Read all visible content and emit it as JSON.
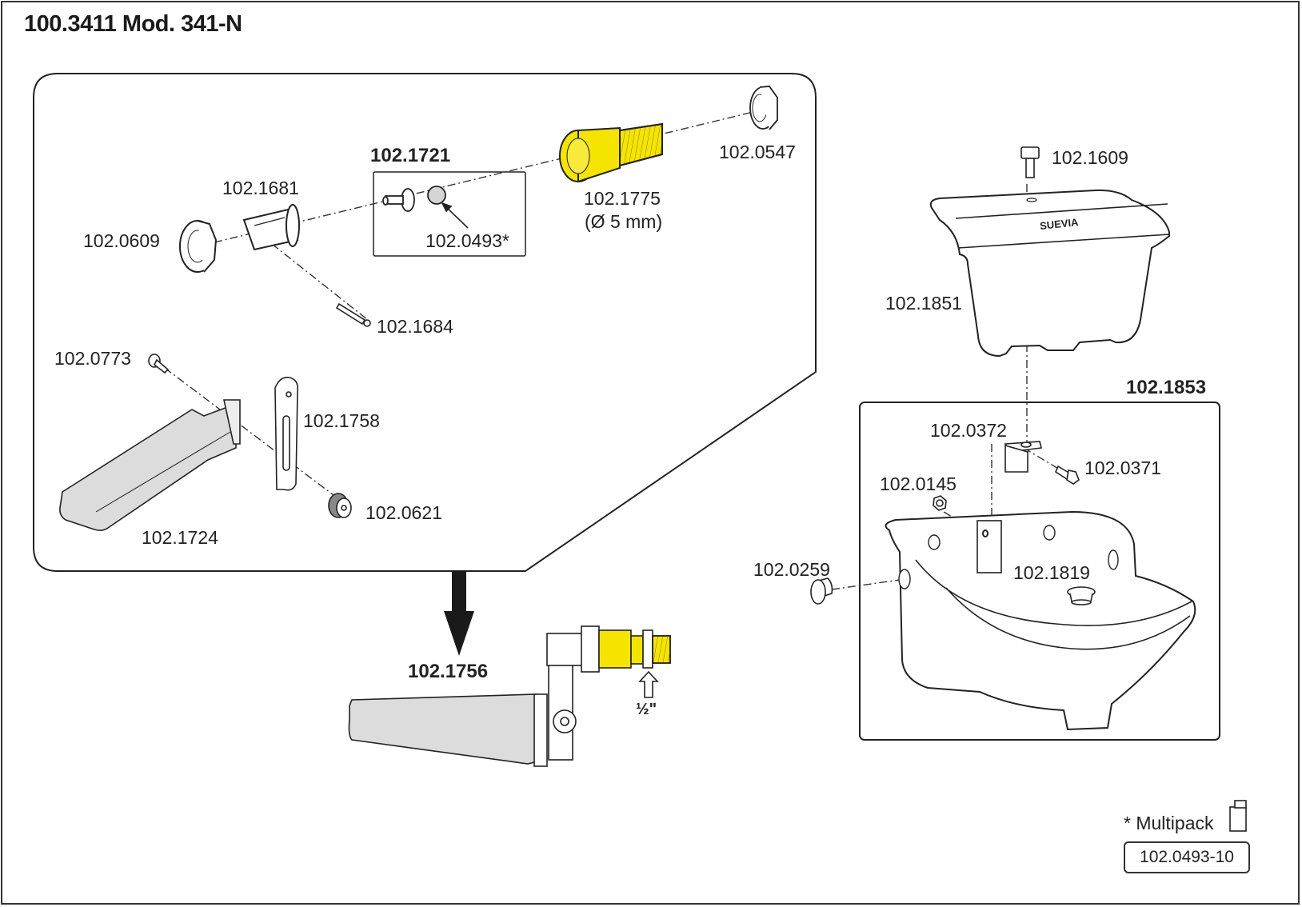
{
  "title": "100.3411 Mod. 341-N",
  "colors": {
    "accent_yellow": "#f5e400",
    "part_gray": "#dcdcdc",
    "line": "#222222"
  },
  "parts": {
    "p0609": "102.0609",
    "p1681": "102.1681",
    "p1721": "102.1721",
    "p0493": "102.0493*",
    "p1775": "102.1775",
    "p1775_note": "(Ø 5 mm)",
    "p0547": "102.0547",
    "p1684": "102.1684",
    "p0773": "102.0773",
    "p1758": "102.1758",
    "p0621": "102.0621",
    "p1724": "102.1724",
    "p1756": "102.1756",
    "thread_size": "½\"",
    "p1609": "102.1609",
    "p1851": "102.1851",
    "p1853": "102.1853",
    "p0372": "102.0372",
    "p0371": "102.0371",
    "p0145": "102.0145",
    "p0259": "102.0259",
    "p1819": "102.1819"
  },
  "brand_logo": "SUEVIA",
  "multipack": {
    "label": "* Multipack",
    "code": "102.0493-10",
    "icon": "package-icon"
  }
}
